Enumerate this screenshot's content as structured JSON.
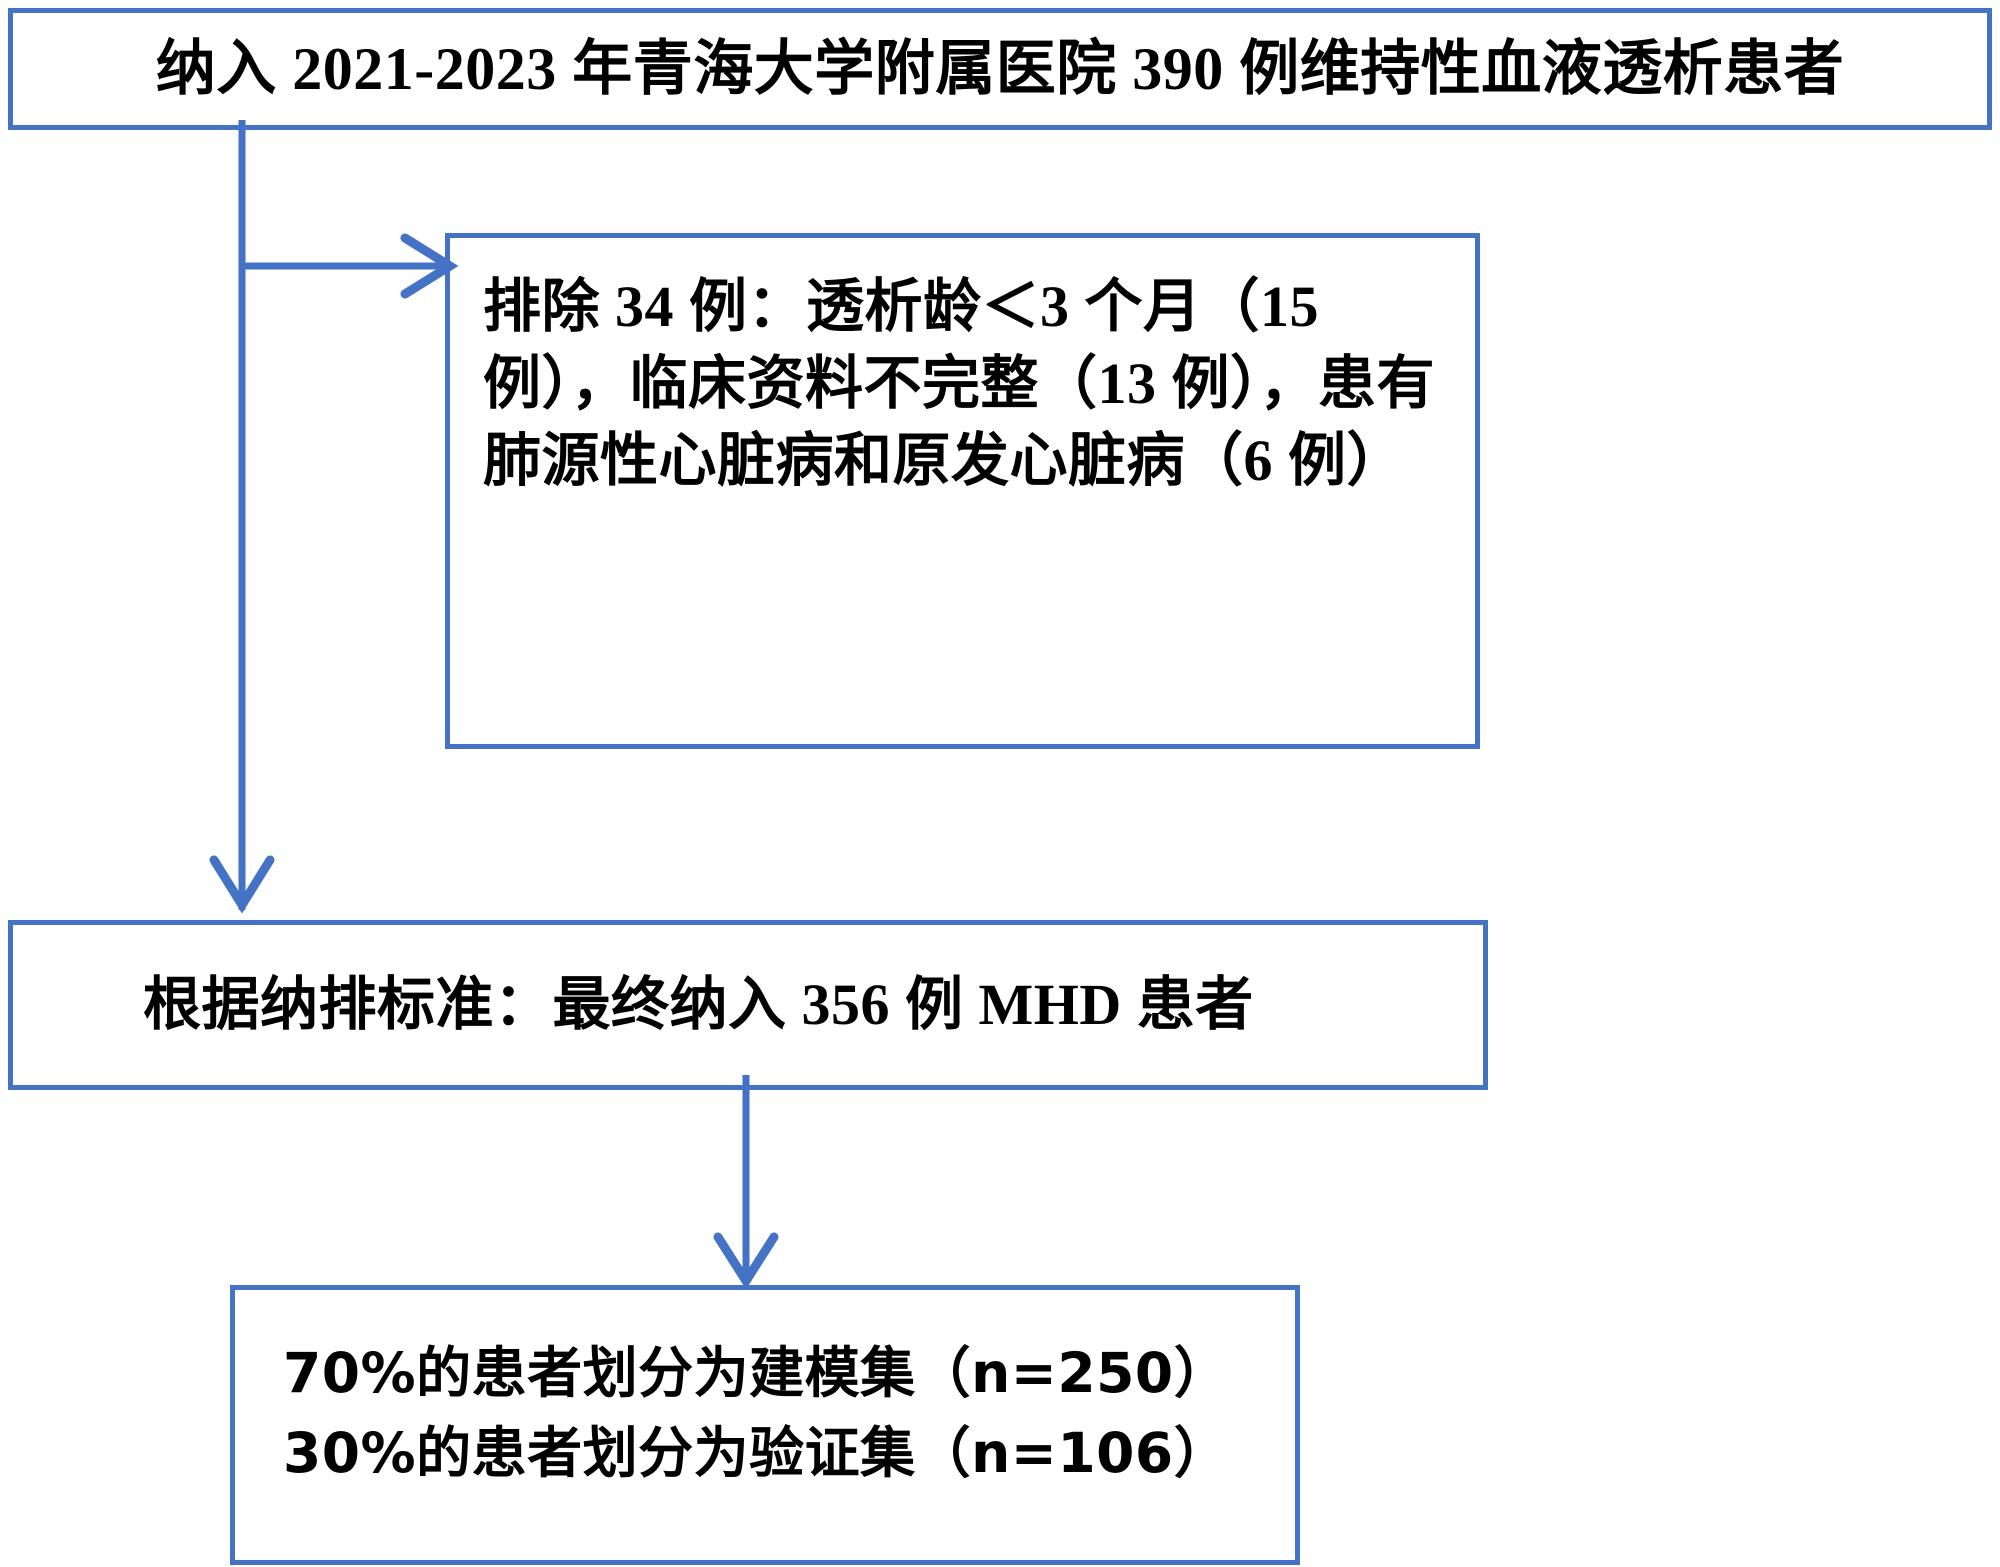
{
  "figure": {
    "type": "flowchart",
    "orientation": "top-to-bottom",
    "accent_color": "#4472C4",
    "text_color": "#000000",
    "background_color": "#FFFFFF"
  },
  "nodes": {
    "cohort": {
      "id": "cohort",
      "label": "纳入 2021-2023 年青海大学附属医院 390 例维持性血液透析患者",
      "align": "center"
    },
    "exclusion": {
      "id": "exclusion",
      "label": "排除 34 例：透析龄＜3 个月（15 例），临床资料不完整（13 例），患有肺源性心脏病和原发心脏病（6 例）",
      "align": "left"
    },
    "final": {
      "id": "final",
      "label": "根据纳排标准：最终纳入 356 例 MHD 患者",
      "align": "left"
    },
    "split": {
      "id": "split",
      "line1": "70%的患者划分为建模集（n=250）",
      "line2": "30%的患者划分为验证集（n=106）"
    }
  },
  "connectors": [
    {
      "name": "cohort-to-exclusion",
      "from": "cohort",
      "to": "exclusion",
      "shape": "elbow-right",
      "arrowhead": "open-right"
    },
    {
      "name": "cohort-to-final",
      "from": "cohort",
      "to": "final",
      "shape": "vertical",
      "arrowhead": "open-down"
    },
    {
      "name": "final-to-split",
      "from": "final",
      "to": "split",
      "shape": "vertical",
      "arrowhead": "open-down"
    }
  ]
}
